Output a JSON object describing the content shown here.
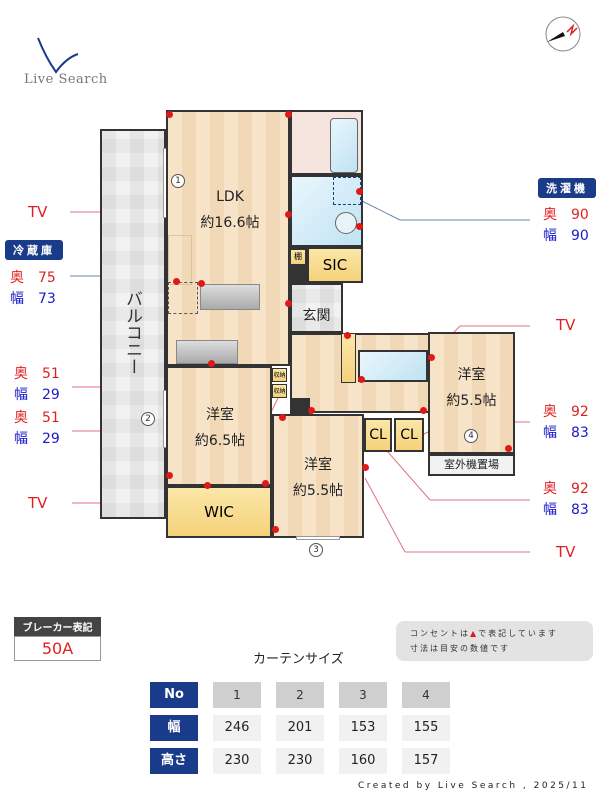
{
  "logo": {
    "text": "Live Search"
  },
  "compass": {
    "label": "N"
  },
  "annotations": {
    "tv_labels": [
      "TV",
      "TV",
      "TV",
      "TV"
    ],
    "refrigerator": {
      "title": "冷蔵庫",
      "depth_label": "奥",
      "depth": "75",
      "width_label": "幅",
      "width": "73"
    },
    "washer": {
      "title": "洗濯機",
      "depth_label": "奥",
      "depth": "90",
      "width_label": "幅",
      "width": "90"
    },
    "left_storage_1": {
      "depth_label": "奥",
      "depth": "51",
      "width_label": "幅",
      "width": "29"
    },
    "left_storage_2": {
      "depth_label": "奥",
      "depth": "51",
      "width_label": "幅",
      "width": "29"
    },
    "right_cl_1": {
      "depth_label": "奥",
      "depth": "92",
      "width_label": "幅",
      "width": "83"
    },
    "right_cl_2": {
      "depth_label": "奥",
      "depth": "92",
      "width_label": "幅",
      "width": "83"
    }
  },
  "floorplan": {
    "balcony": "バルコニー",
    "ldk": {
      "name": "LDK",
      "size": "約16.6帖"
    },
    "western_room_1": {
      "name": "洋室",
      "size": "約6.5帖"
    },
    "western_room_2": {
      "name": "洋室",
      "size": "約5.5帖"
    },
    "western_room_3": {
      "name": "洋室",
      "size": "約5.5帖"
    },
    "wic": "WIC",
    "sic": "SIC",
    "entrance": "玄関",
    "shelf": "棚",
    "storage": "収納",
    "closet_1": "CL",
    "closet_2": "CL",
    "outdoor_unit": "室外機置場",
    "window_numbers": [
      "1",
      "2",
      "3",
      "4"
    ]
  },
  "breaker": {
    "title": "ブレーカー表記",
    "value": "50A"
  },
  "note": {
    "line1_pre": "コンセントは",
    "line1_post": "で表記しています",
    "line2": "寸法は目安の数値です"
  },
  "curtain": {
    "title": "カーテンサイズ",
    "headers": {
      "no": "No",
      "width": "幅",
      "height": "高さ"
    },
    "columns": [
      {
        "no": "1",
        "width": "246",
        "height": "230"
      },
      {
        "no": "2",
        "width": "201",
        "height": "230"
      },
      {
        "no": "3",
        "width": "153",
        "height": "160"
      },
      {
        "no": "4",
        "width": "155",
        "height": "157"
      }
    ]
  },
  "footer": {
    "credit": "Created by Live Search , 2025/11"
  },
  "colors": {
    "accent": "#1a3a8a",
    "outlet": "#e01818",
    "depth": "#e02020",
    "width": "#1a1acc"
  }
}
